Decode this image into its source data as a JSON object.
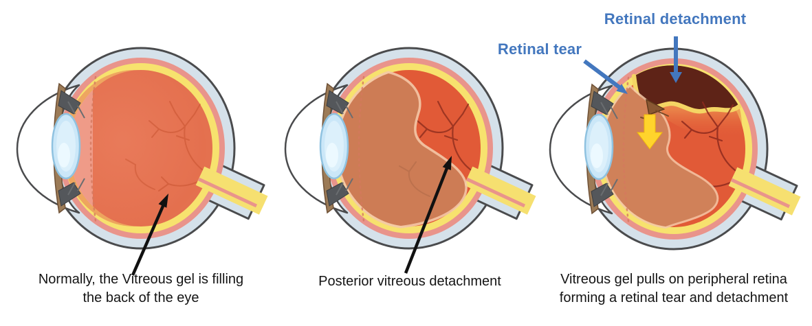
{
  "figure": {
    "description": "Three-stage eye cross-section diagram of posterior vitreous detachment leading to retinal tear and detachment",
    "panels": [
      {
        "name": "normal-eye",
        "caption_line1": "Normally, the Vitreous gel is filling",
        "caption_line2": "the back of the eye"
      },
      {
        "name": "posterior-vitreous-detachment-eye",
        "caption_line1": "Posterior vitreous detachment",
        "caption_line2": ""
      },
      {
        "name": "retinal-tear-detachment-eye",
        "caption_line1": "Vitreous gel pulls on peripheral retina",
        "caption_line2": "forming a retinal tear and detachment"
      }
    ],
    "annotations": {
      "retinal_tear": "Retinal tear",
      "retinal_detachment": "Retinal detachment"
    },
    "icons": [
      "black-pointer-arrow",
      "blue-annotation-arrow",
      "yellow-traction-arrow"
    ],
    "colors": {
      "annotation_blue": "#4377be",
      "traction_arrow_yellow": "#ffd42c",
      "sclera_gray_blue": "#d5e1ea",
      "outline_dark": "#4a4b4d",
      "choroid_pink": "#e9948b",
      "retina_yellow": "#f7e26e",
      "vitreous_coral": "#e4714f",
      "fundus_red": "#e15a37",
      "detached_gel_tan": "#cd7c55",
      "subretinal_brown": "#5e2317",
      "lens_blue": "#cbe7f8",
      "iris_brown": "#9c7b57",
      "caption_text": "#141414"
    }
  }
}
